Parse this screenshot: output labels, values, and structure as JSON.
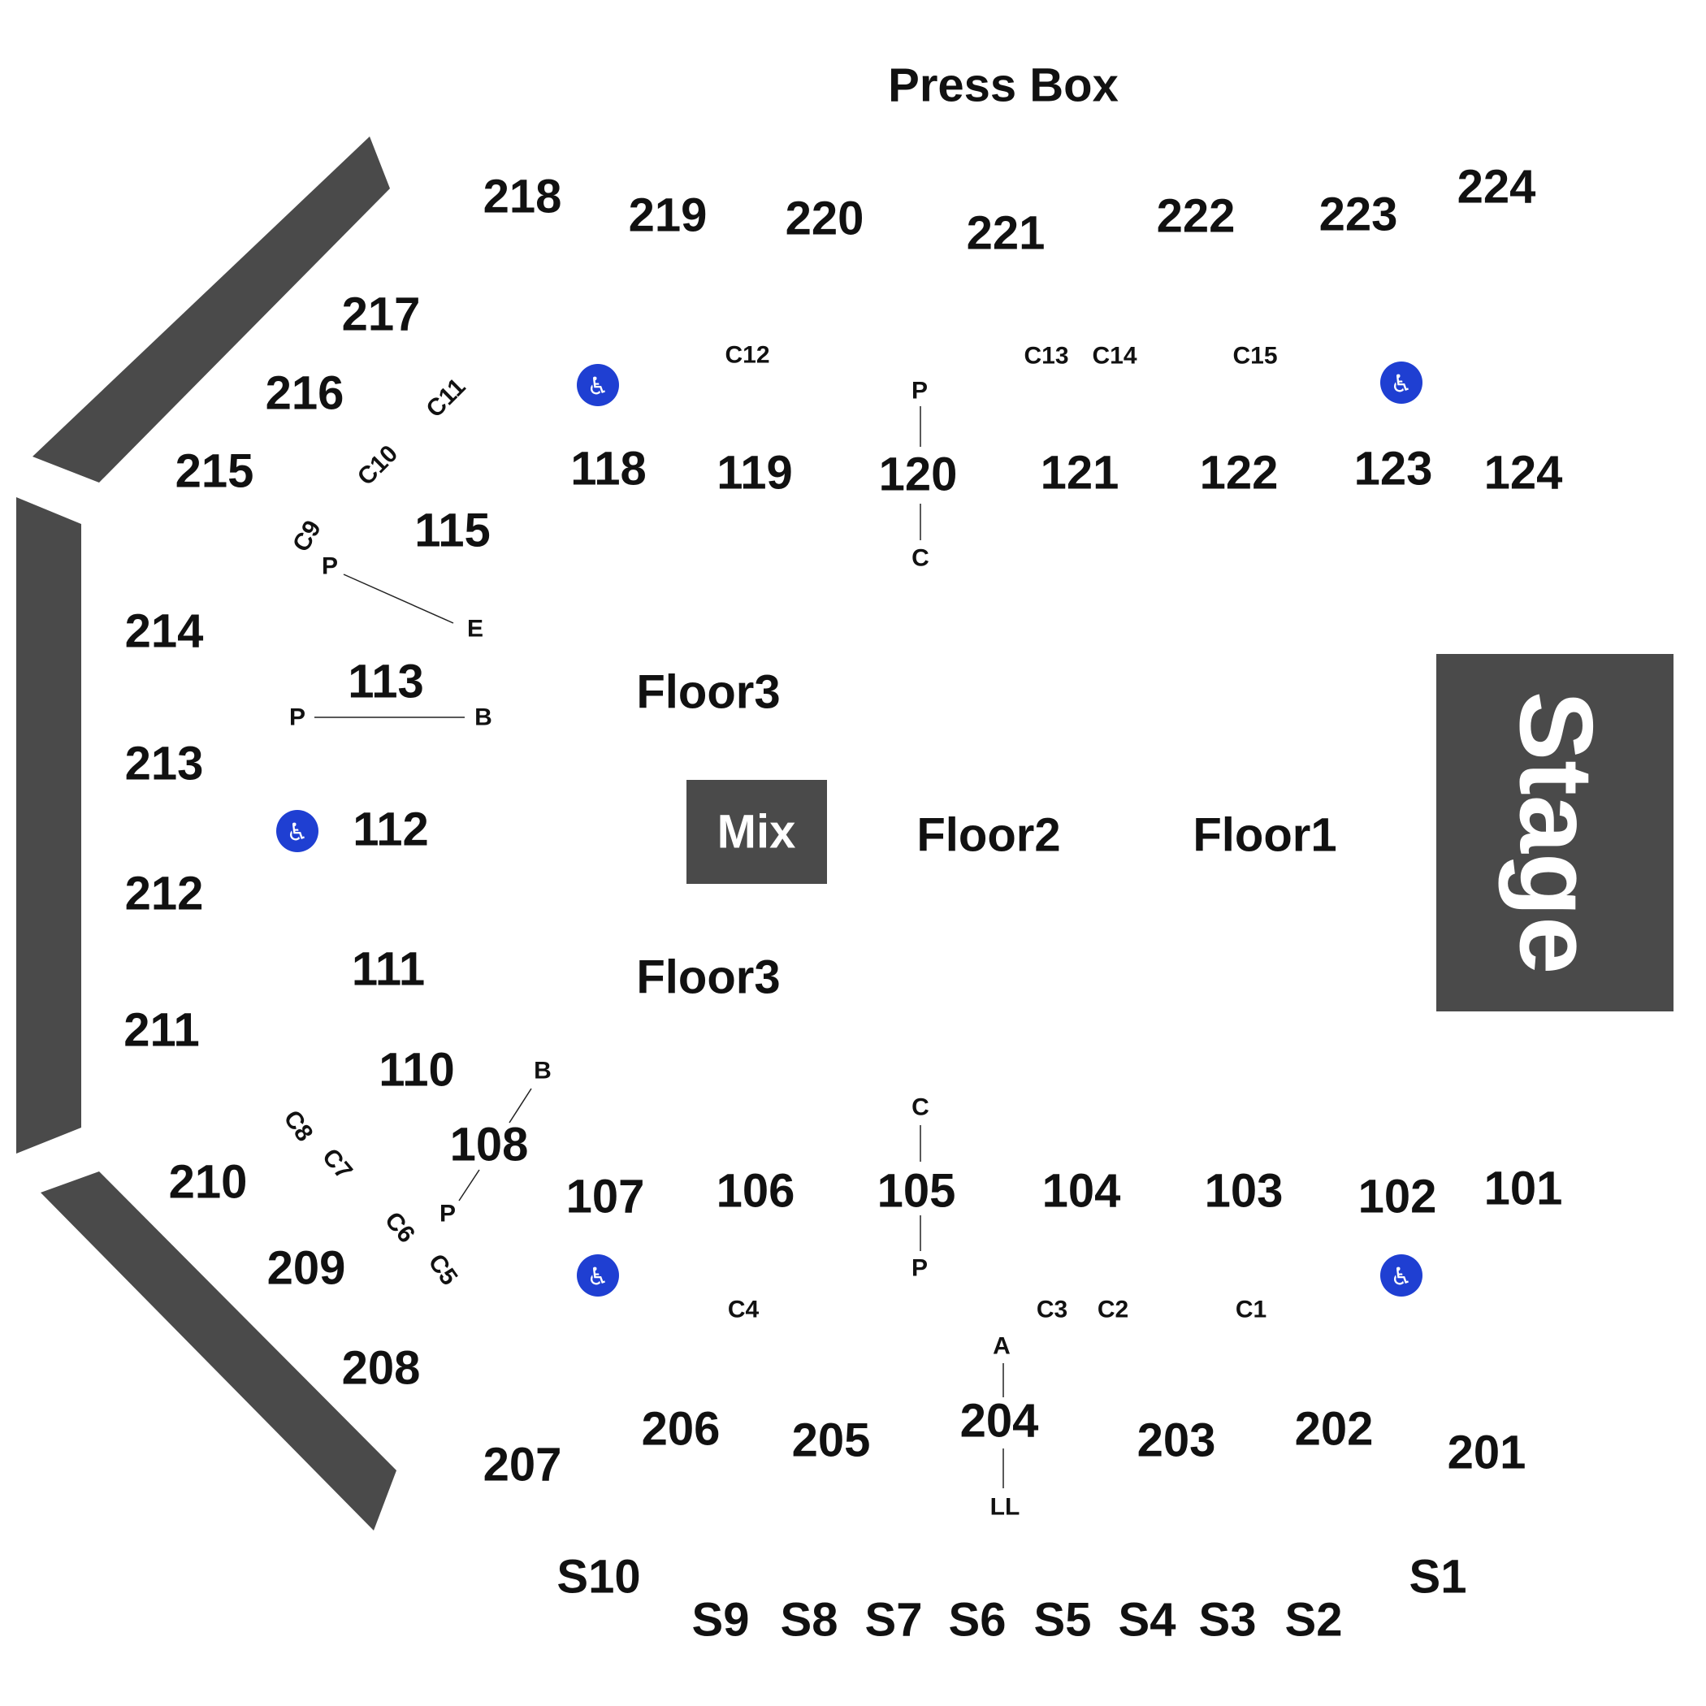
{
  "labels": {
    "press_box": "Press Box",
    "stage": "Stage",
    "mix": "Mix",
    "floor1": "Floor1",
    "floor2": "Floor2",
    "floor3": "Floor3"
  },
  "colors": {
    "wall": "#4a4a4a",
    "accessible": "#1f3fd2",
    "text": "#111111"
  },
  "sections": {
    "s218": "218",
    "s219": "219",
    "s220": "220",
    "s221": "221",
    "s222": "222",
    "s223": "223",
    "s224": "224",
    "s217": "217",
    "s216": "216",
    "s215": "215",
    "s214": "214",
    "s213": "213",
    "s212": "212",
    "s211": "211",
    "s210": "210",
    "s209": "209",
    "s208": "208",
    "s207": "207",
    "s206": "206",
    "s205": "205",
    "s204": "204",
    "s203": "203",
    "s202": "202",
    "s201": "201",
    "s118": "118",
    "s119": "119",
    "s120": "120",
    "s121": "121",
    "s122": "122",
    "s123": "123",
    "s124": "124",
    "s115": "115",
    "s113": "113",
    "s112": "112",
    "s111": "111",
    "s110": "110",
    "s108": "108",
    "s107": "107",
    "s106": "106",
    "s105": "105",
    "s104": "104",
    "s103": "103",
    "s102": "102",
    "s101": "101",
    "sS10": "S10",
    "sS9": "S9",
    "sS8": "S8",
    "sS7": "S7",
    "sS6": "S6",
    "sS5": "S5",
    "sS4": "S4",
    "sS3": "S3",
    "sS2": "S2",
    "sS1": "S1"
  },
  "small_labels": {
    "c1": "C1",
    "c2": "C2",
    "c3": "C3",
    "c4": "C4",
    "c5": "C5",
    "c6": "C6",
    "c7": "C7",
    "c8": "C8",
    "c9": "C9",
    "c10": "C10",
    "c11": "C11",
    "c12": "C12",
    "c13": "C13",
    "c14": "C14",
    "c15": "C15",
    "row_p_120": "P",
    "row_c_120": "C",
    "row_p_115": "P",
    "row_e_115": "E",
    "row_p_113": "P",
    "row_b_113": "B",
    "row_b_108": "B",
    "row_p_108": "P",
    "row_c_105": "C",
    "row_p_105": "P",
    "row_a_204": "A",
    "row_ll_204": "LL"
  },
  "icons": {
    "accessible": "accessible-seating-icon",
    "glyph": "♿"
  }
}
